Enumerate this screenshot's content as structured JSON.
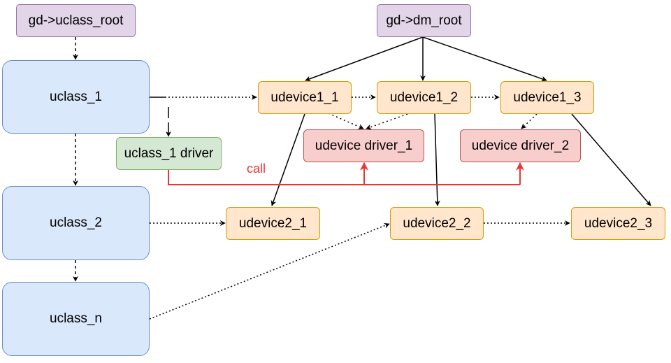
{
  "roots": {
    "uclass_root": "gd->uclass_root",
    "dm_root": "gd->dm_root"
  },
  "uclasses": {
    "u1": "uclass_1",
    "u2": "uclass_2",
    "un": "uclass_n"
  },
  "uclass_driver": "uclass_1 driver",
  "udevices": {
    "d11": "udevice1_1",
    "d12": "udevice1_2",
    "d13": "udevice1_3",
    "d21": "udevice2_1",
    "d22": "udevice2_2",
    "d23": "udevice2_3"
  },
  "drivers": {
    "drv1": "udevice driver_1",
    "drv2": "udevice driver_2"
  },
  "call_label": "call",
  "colors": {
    "call": "#ee3333",
    "edge": "#000000"
  }
}
